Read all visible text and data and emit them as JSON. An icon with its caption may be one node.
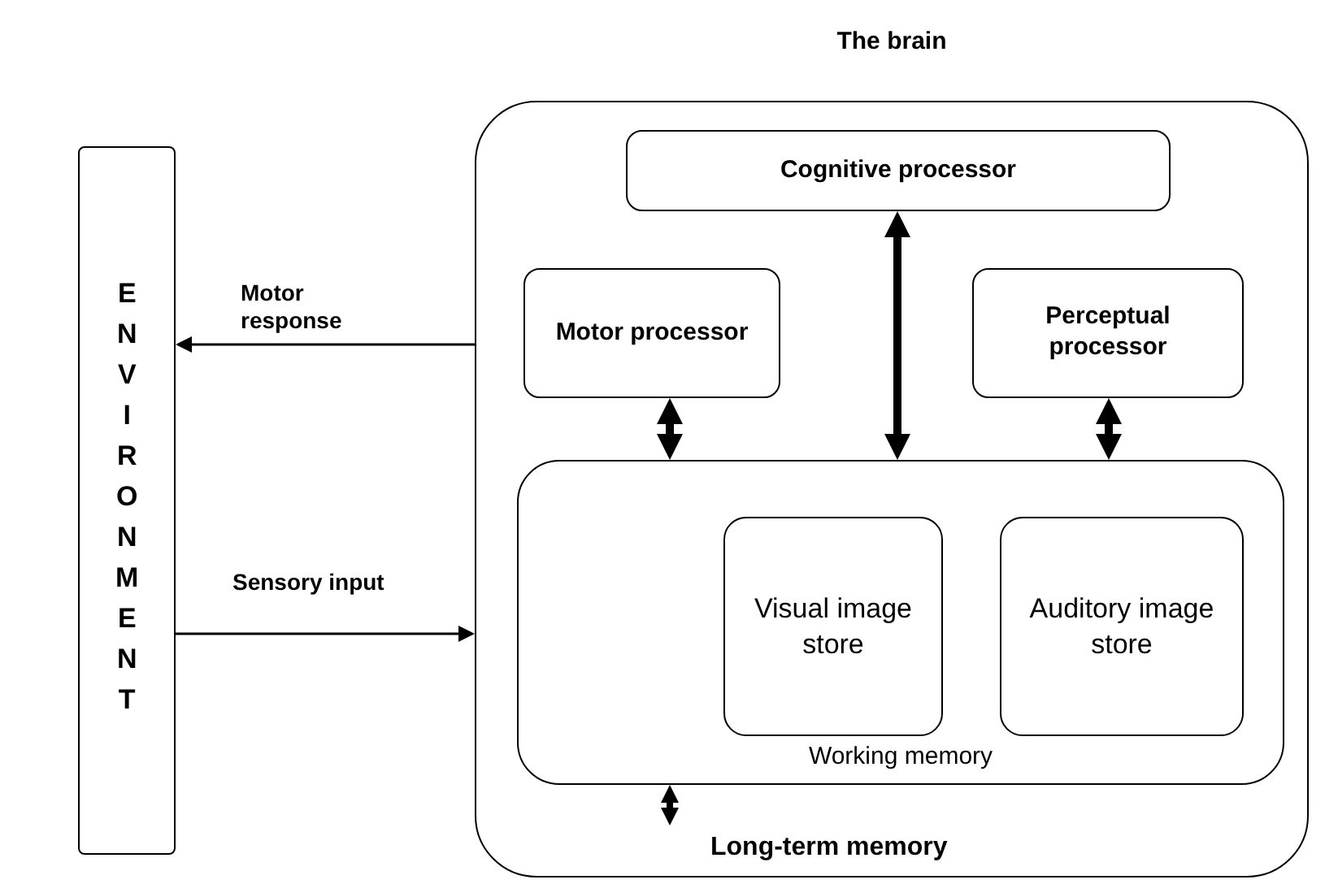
{
  "diagram": {
    "nodes": [
      {
        "text": [
          "ENVIRONMENT"
        ]
      },
      {
        "text": [
          "The brain"
        ]
      },
      {
        "text": [
          "Cognitive processor"
        ],
        "in": 1
      },
      {
        "text": [
          "Motor processor"
        ],
        "in": 1
      },
      {
        "text": [
          "Perceptual processor"
        ],
        "in": 1
      },
      {
        "text": [
          "Working memory"
        ],
        "in": 1
      },
      {
        "text": [
          "Visual image store"
        ],
        "in": 5
      },
      {
        "text": [
          "Auditory image store"
        ],
        "in": 5
      },
      {
        "text": [
          "Long-term memory"
        ],
        "in": 1
      }
    ],
    "edges": [
      {
        "from": 1,
        "to": 0,
        "arrow": "to",
        "label": "Motor response"
      },
      {
        "from": 0,
        "to": 1,
        "arrow": "to",
        "label": "Sensory input"
      },
      {
        "from": 2,
        "to": 5,
        "arrow": "both"
      },
      {
        "from": 3,
        "to": 5,
        "arrow": "both"
      },
      {
        "from": 4,
        "to": 5,
        "arrow": "both"
      },
      {
        "from": 5,
        "to": 8,
        "arrow": "both"
      }
    ]
  }
}
